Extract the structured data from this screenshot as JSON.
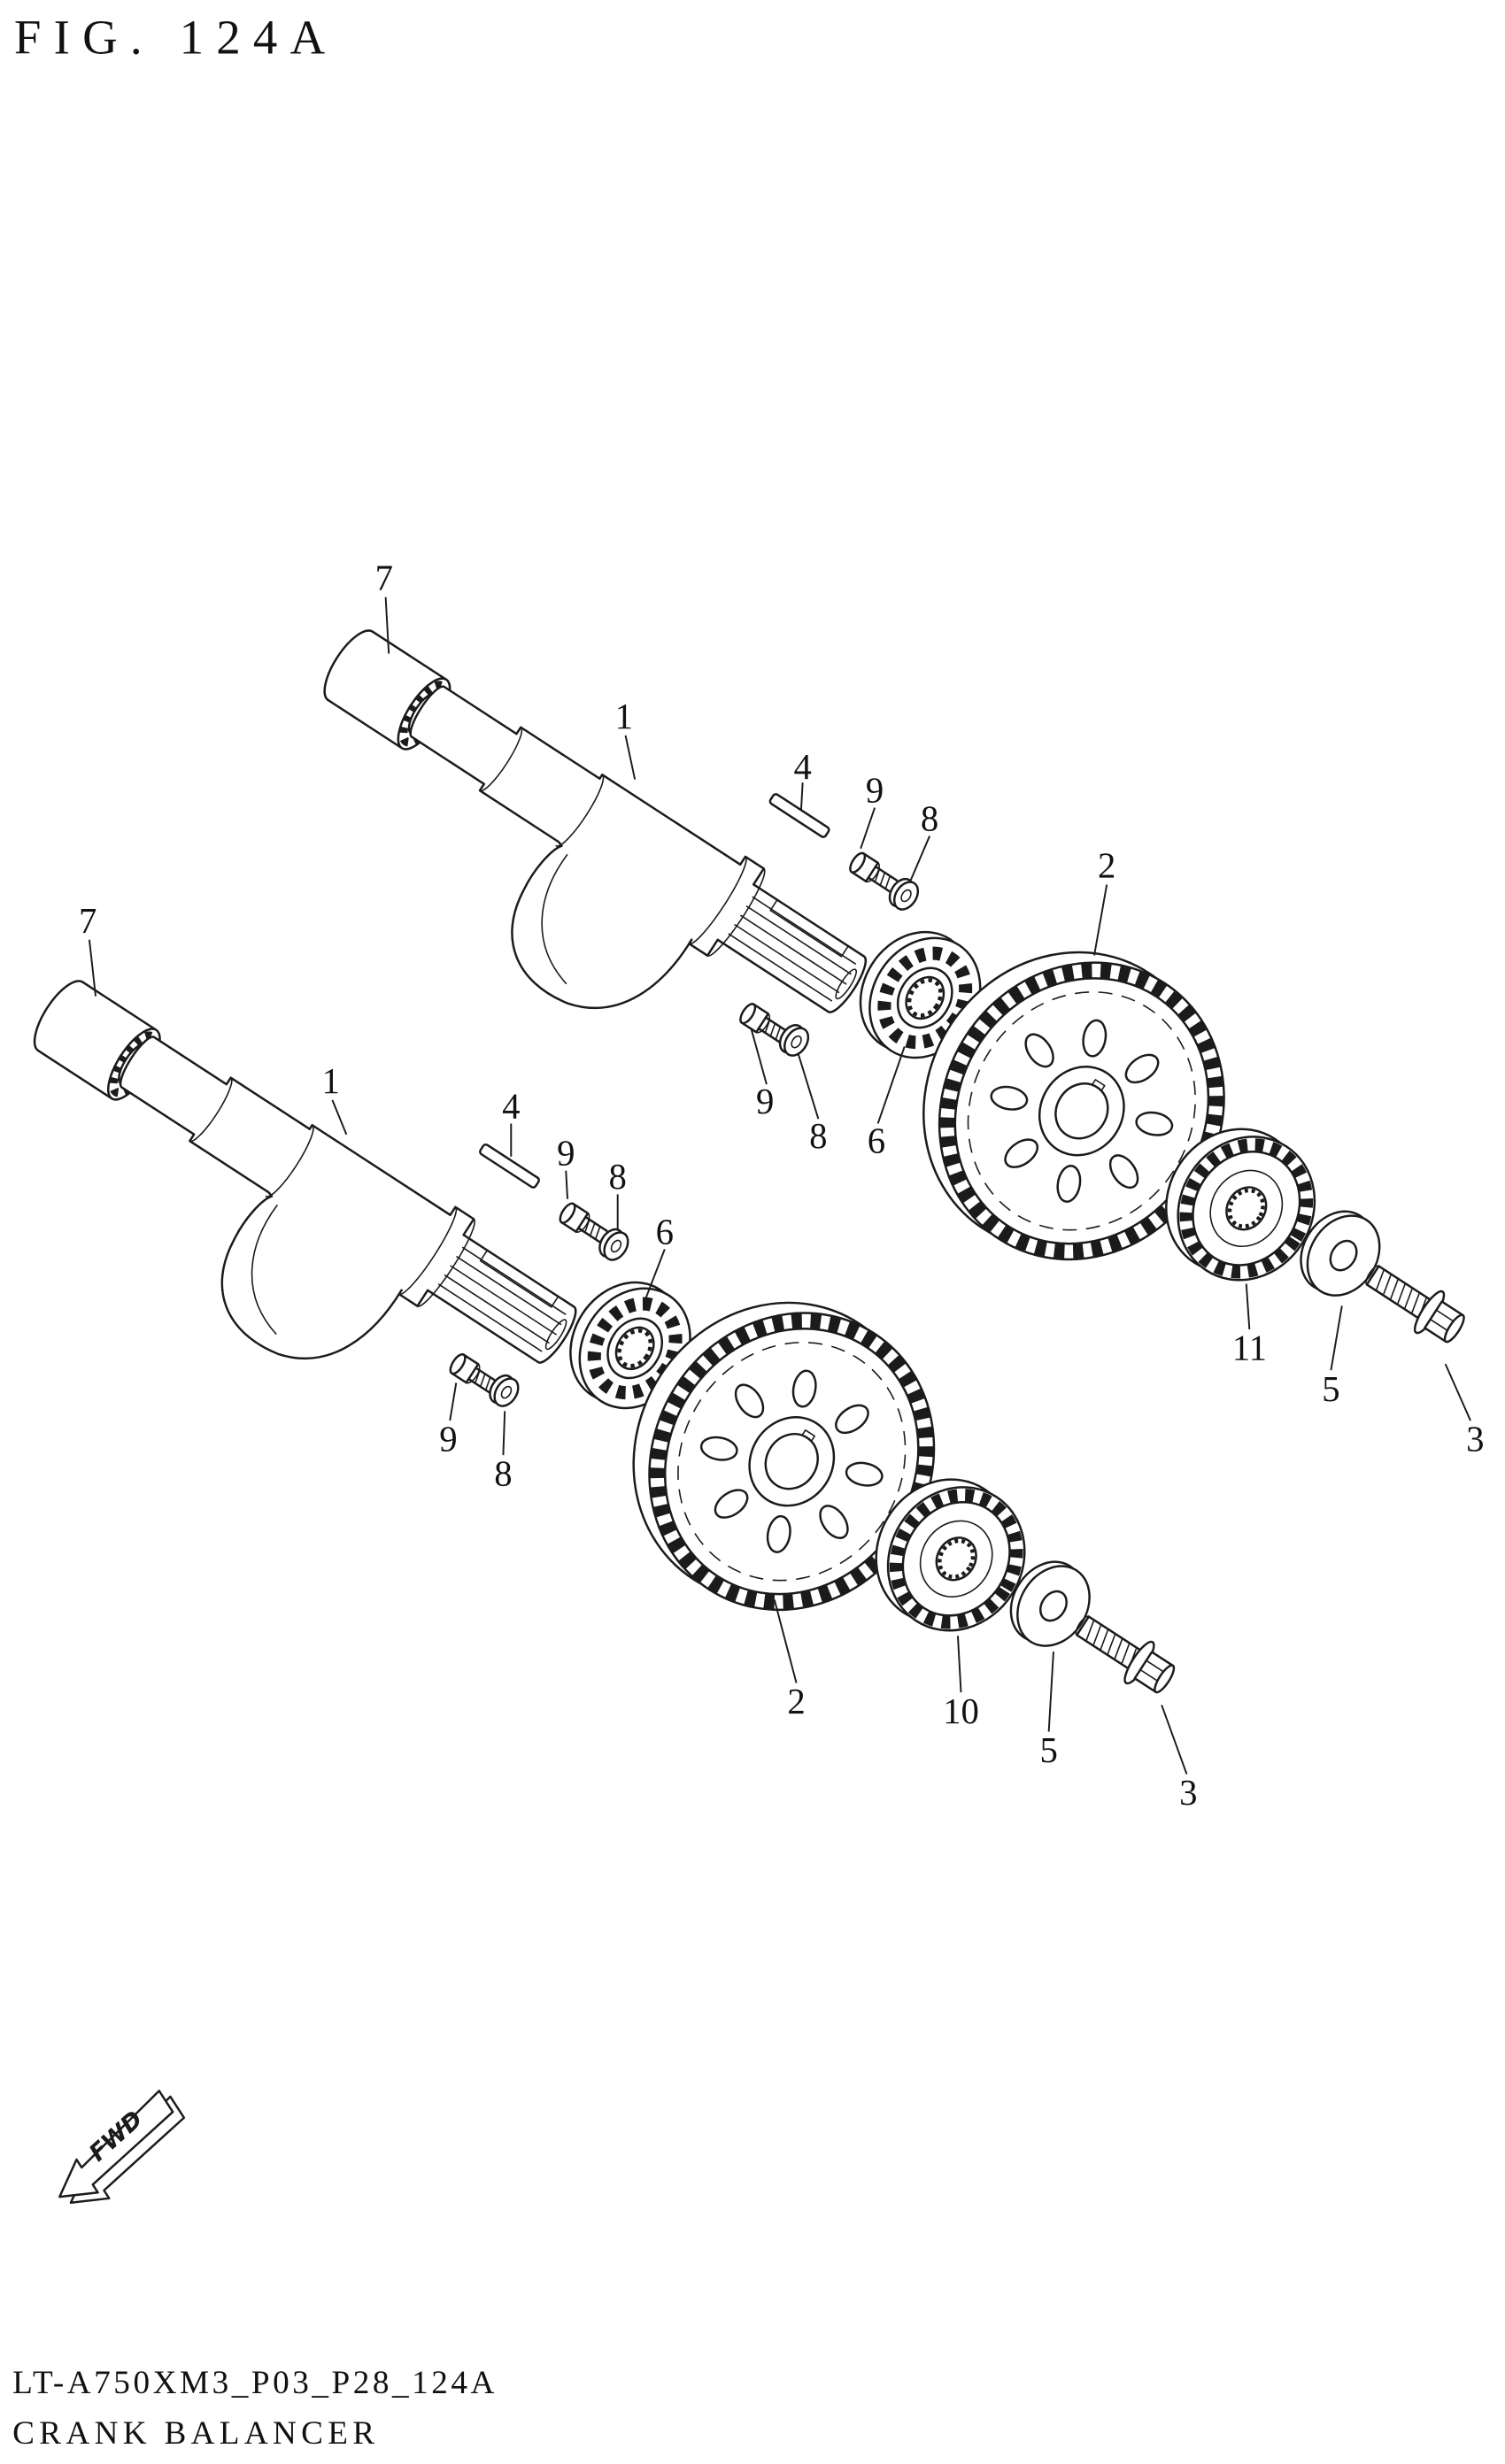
{
  "figure": {
    "title": "FIG. 124A"
  },
  "callouts": {
    "upper": [
      "7",
      "1",
      "4",
      "9",
      "8",
      "2",
      "9",
      "8",
      "6",
      "11",
      "5",
      "3"
    ],
    "lower": [
      "7",
      "1",
      "4",
      "9",
      "8",
      "6",
      "9",
      "8",
      "2",
      "10",
      "5",
      "3"
    ]
  },
  "fwd": {
    "label": "FWD"
  },
  "footer": {
    "part_code": "LT-A750XM3_P03_P28_124A",
    "figure_name": "CRANK BALANCER"
  }
}
